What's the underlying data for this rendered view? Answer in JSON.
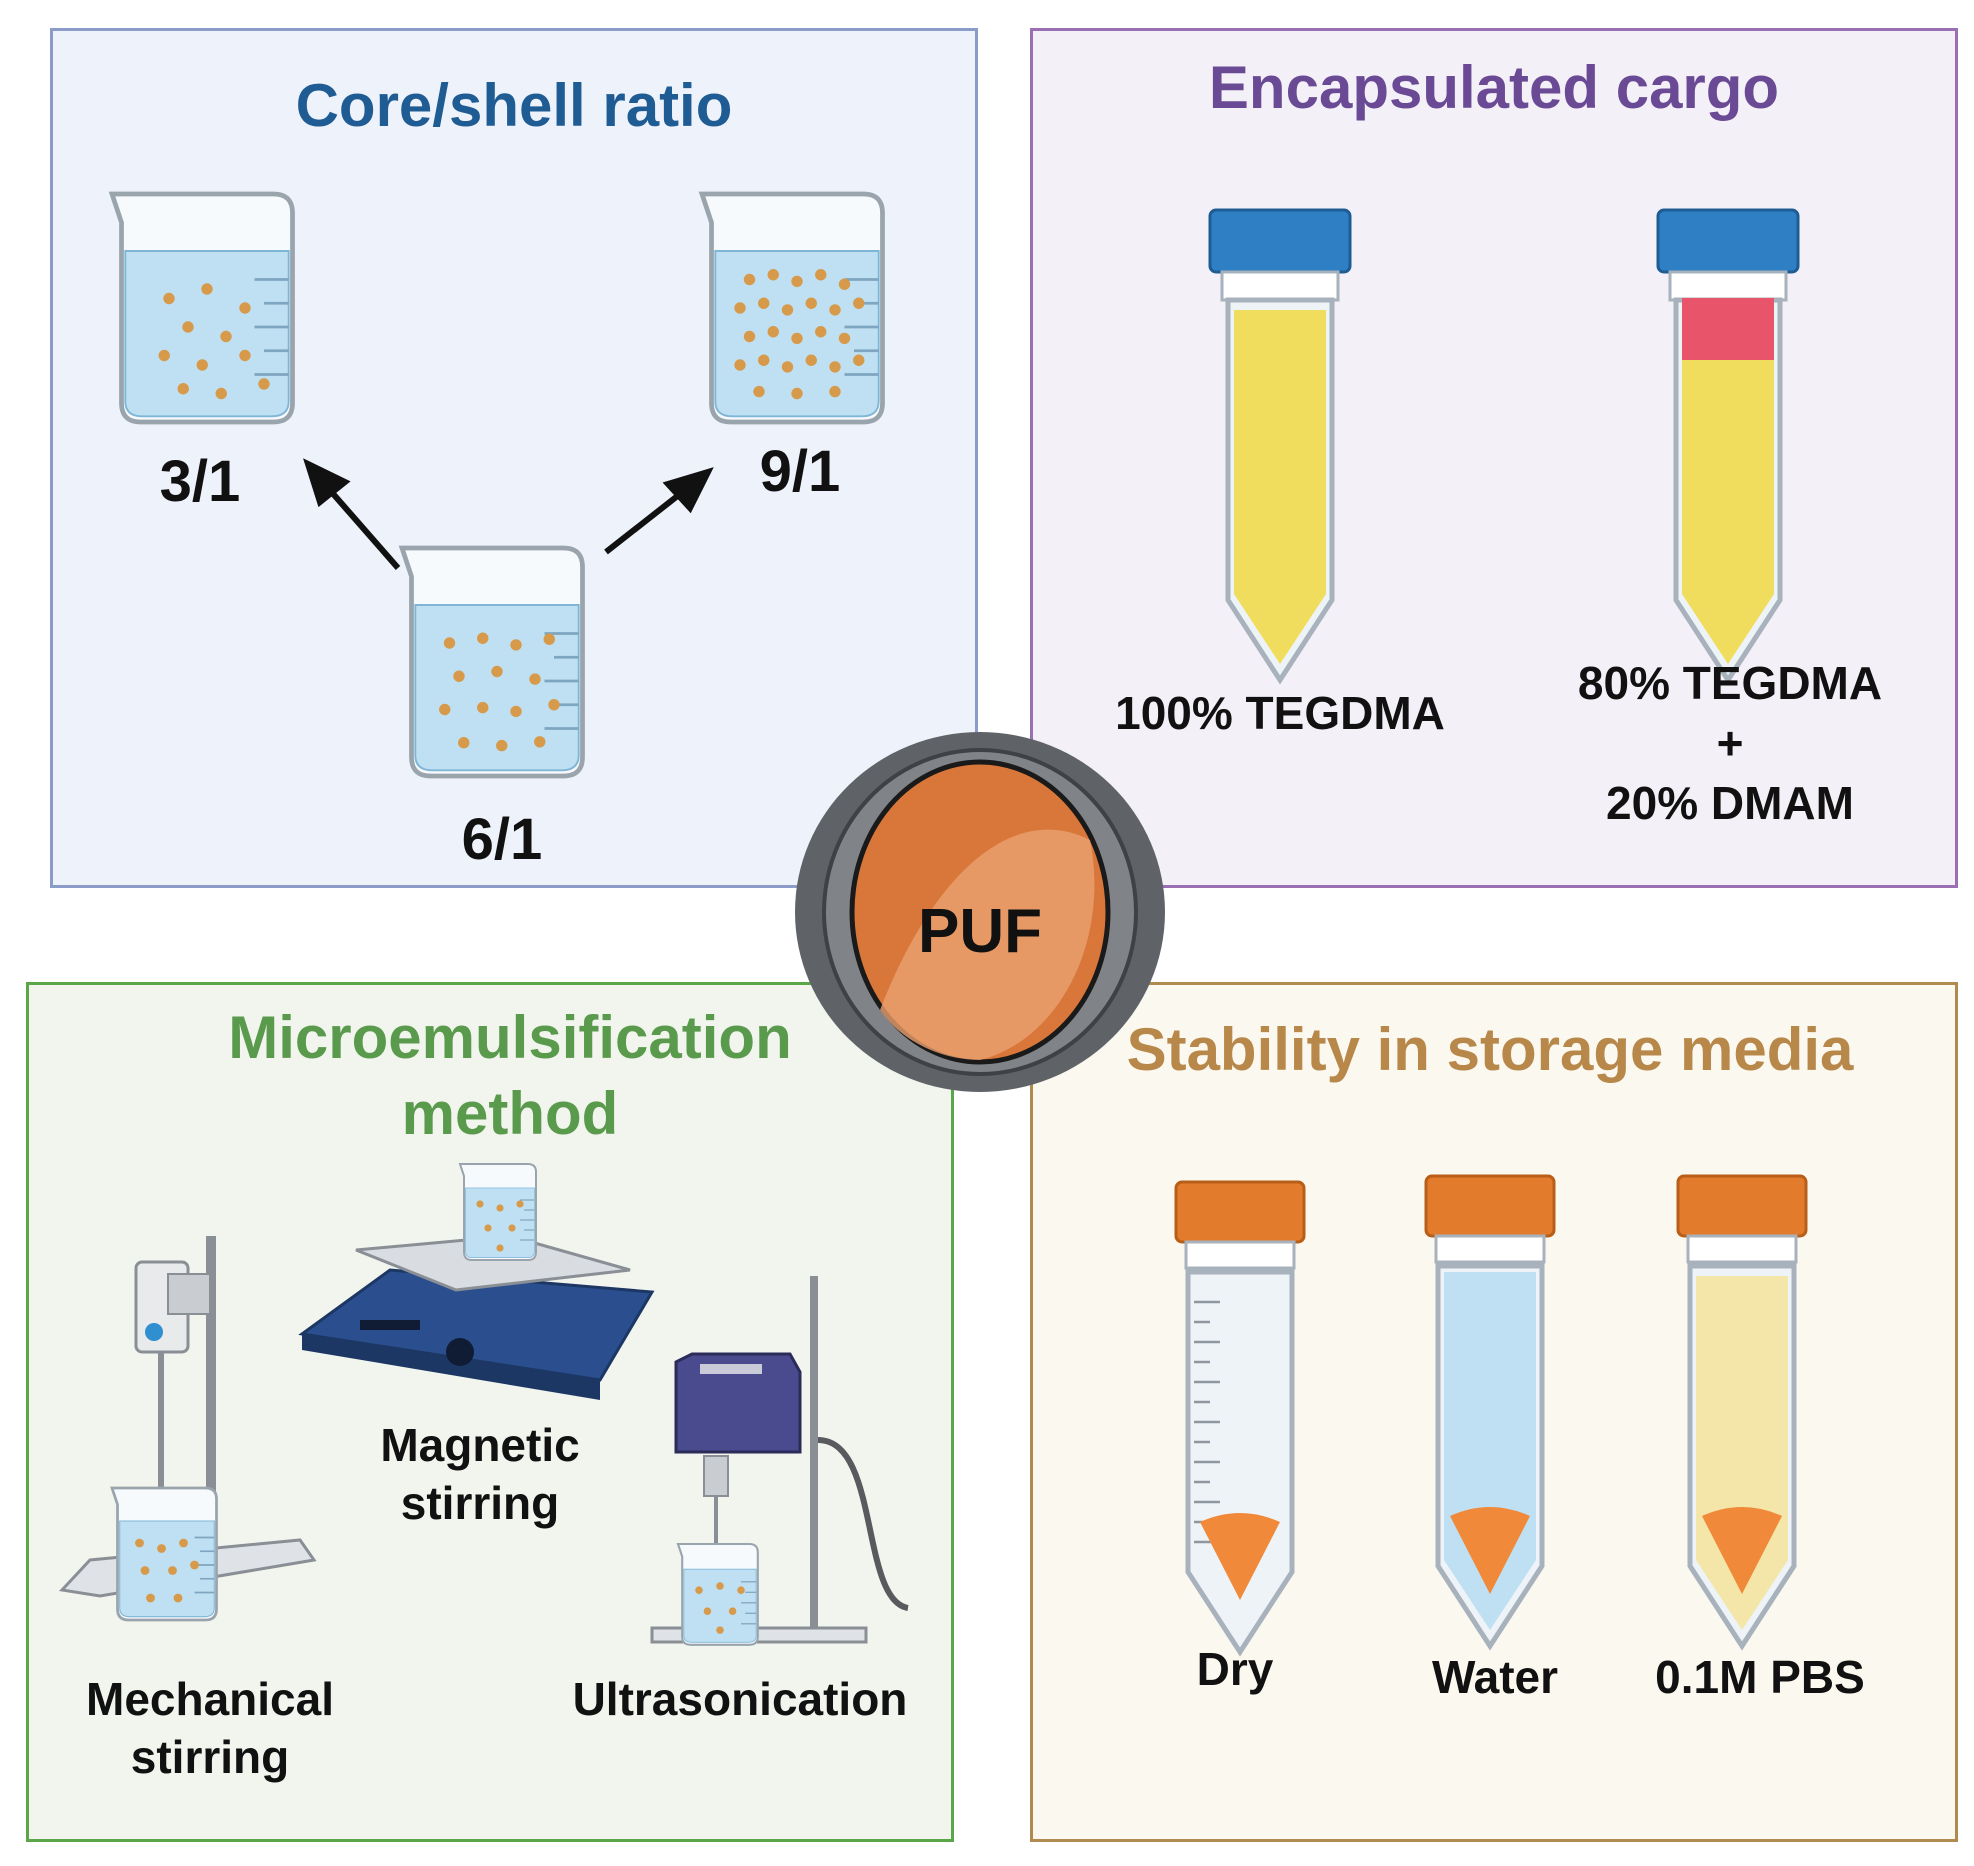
{
  "panels": {
    "core_shell": {
      "title": "Core/shell ratio",
      "ratios": {
        "left": "3/1",
        "right": "9/1",
        "center": "6/1"
      }
    },
    "cargo": {
      "title": "Encapsulated cargo",
      "tube1_label": "100% TEGDMA",
      "tube2_line1": "80% TEGDMA",
      "tube2_line2": "+",
      "tube2_line3": "20% DMAM"
    },
    "micro": {
      "title": "Microemulsification method",
      "magnetic": [
        "Magnetic",
        "stirring"
      ],
      "mechanical": [
        "Mechanical",
        "stirring"
      ],
      "ultra": "Ultrasonication"
    },
    "stability": {
      "title": "Stability in storage media",
      "labels": [
        "Dry",
        "Water",
        "0.1M PBS"
      ]
    }
  },
  "center": {
    "label": "PUF"
  },
  "colors": {
    "core_title": "#1f5c94",
    "cargo_title": "#6a4a94",
    "micro_title": "#5a9a4c",
    "stability_title": "#b8874a",
    "puf_orange": "#d9773a",
    "tegdma_yellow": "#f0dd5e",
    "dmam_pink": "#e8546a",
    "water_blue": "#bfe0f2",
    "cap_blue": "#2f7fc4",
    "cap_orange": "#e27b2c"
  }
}
